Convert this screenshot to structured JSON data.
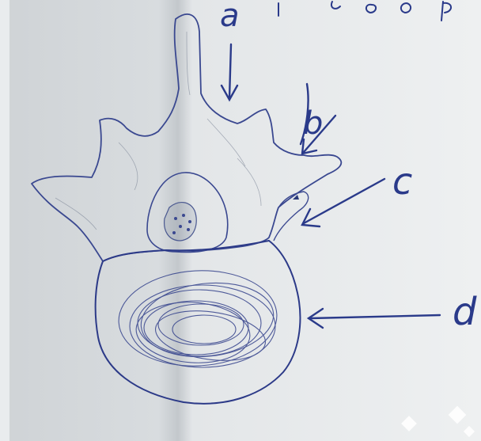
{
  "labels": {
    "a": "a",
    "b": "b",
    "c": "c",
    "d": "d"
  },
  "header_scribble": "",
  "colors": {
    "paper": "#d9dde0",
    "paper_shadow": "#b9bec3",
    "ink": "#2a3a8a",
    "pencil": "#7d8591"
  }
}
